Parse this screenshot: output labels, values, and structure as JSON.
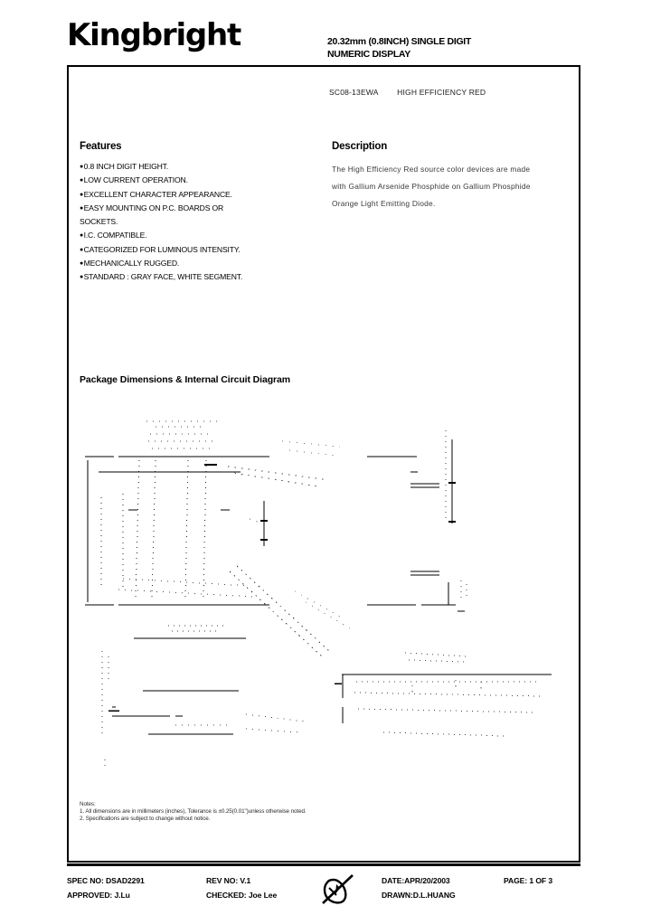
{
  "header": {
    "brand": "Kingbright",
    "title_line1": "20.32mm (0.8INCH) SINGLE DIGIT",
    "title_line2": "NUMERIC DISPLAY"
  },
  "part": {
    "number": "SC08-13EWA",
    "color": "HIGH EFFICIENCY RED"
  },
  "features": {
    "heading": "Features",
    "items": [
      "0.8 INCH DIGIT HEIGHT.",
      "LOW CURRENT OPERATION.",
      "EXCELLENT CHARACTER APPEARANCE.",
      "EASY MOUNTING ON P.C. BOARDS OR\nSOCKETS.",
      "I.C. COMPATIBLE.",
      "CATEGORIZED FOR LUMINOUS INTENSITY.",
      "MECHANICALLY RUGGED.",
      "STANDARD : GRAY FACE, WHITE SEGMENT."
    ],
    "bullet": "●"
  },
  "description": {
    "heading": "Description",
    "paragraph_line1": "The High Efficiency Red source color devices are made",
    "paragraph_line2": "with Gallium Arsenide Phosphide on Gallium Phosphide",
    "paragraph_line3": "Orange Light Emitting Diode."
  },
  "package": {
    "heading": "Package Dimensions & Internal Circuit Diagram"
  },
  "notes": {
    "heading": "Notes:",
    "line1": "1. All dimensions are in millimeters (inches), Tolerance is ±0.25(0.01\")unless otherwise noted.",
    "line2": "2. Specifications are subject  to change without notice."
  },
  "footer": {
    "spec_no_label": "SPEC NO: DSAD2291",
    "approved_label": "APPROVED: J.Lu",
    "rev_no_label": "REV NO: V.1",
    "checked_label": "CHECKED: Joe Lee",
    "date_label": "DATE:APR/20/2003",
    "drawn_label": "DRAWN:D.L.HUANG",
    "page_label": "PAGE:  1 OF 3",
    "stamp": "signature-stamp"
  },
  "colors": {
    "ink": "#000000",
    "faded_ink": "#3a3a3a",
    "background": "#ffffff"
  }
}
